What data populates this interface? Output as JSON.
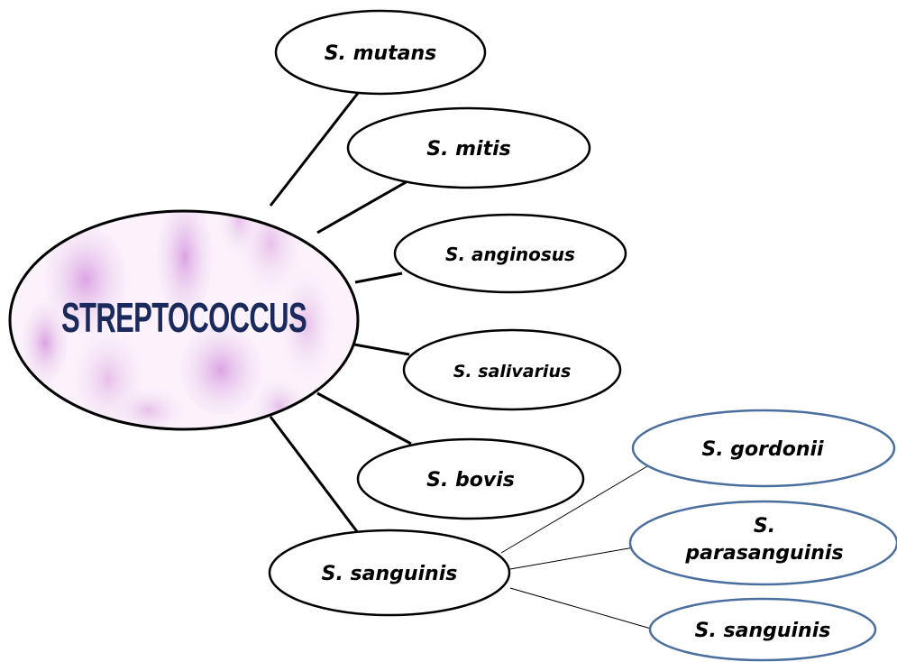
{
  "diagram": {
    "center": {
      "label": "STREPTOCOCCUS",
      "label_color": "#1b2a5c",
      "fill_tint": "#e9c8ea"
    },
    "species": [
      {
        "id": "mutans",
        "label": "S. mutans"
      },
      {
        "id": "mitis",
        "label": "S. mitis"
      },
      {
        "id": "anginosus",
        "label": "S. anginosus"
      },
      {
        "id": "salivarius",
        "label": "S. salivarius"
      },
      {
        "id": "bovis",
        "label": "S. bovis"
      },
      {
        "id": "sanguinis",
        "label": "S. sanguinis"
      }
    ],
    "sanguinis_group": [
      {
        "id": "gordonii",
        "label_lines": [
          "S. gordonii"
        ]
      },
      {
        "id": "parasanguinis",
        "label_lines": [
          "S.",
          "parasanguinis"
        ]
      },
      {
        "id": "sanguinis-sub",
        "label_lines": [
          "S. sanguinis"
        ]
      }
    ],
    "colors": {
      "outline": "#000000",
      "sub_outline": "#4a6f9e",
      "connector": "#000000"
    }
  }
}
